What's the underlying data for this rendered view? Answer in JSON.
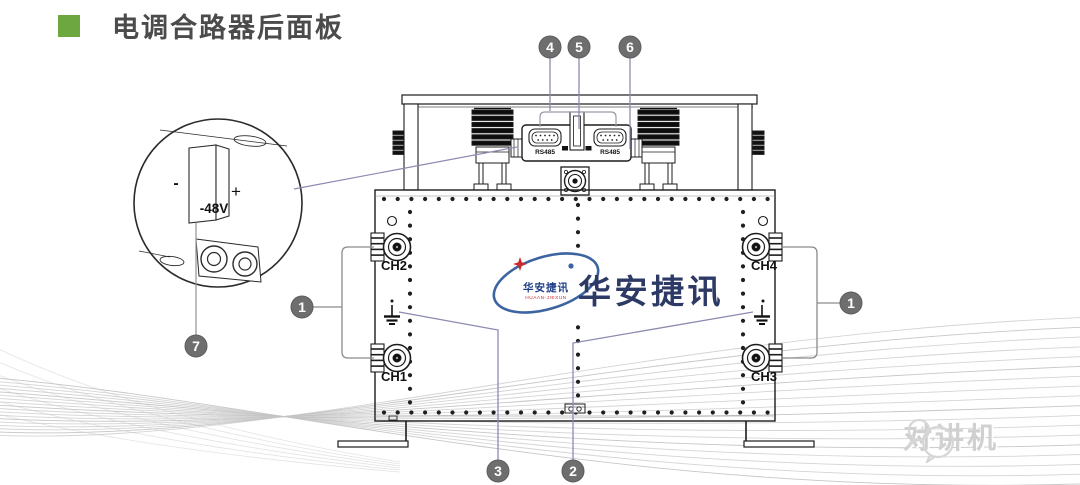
{
  "header": {
    "title": "电调合路器后面板"
  },
  "panel": {
    "channels": [
      {
        "id": "ch2",
        "label": "CH2"
      },
      {
        "id": "ch1",
        "label": "CH1"
      },
      {
        "id": "ch4",
        "label": "CH4"
      },
      {
        "id": "ch3",
        "label": "CH3"
      }
    ],
    "ports": {
      "rs485_left": "RS485",
      "rs485_right": "RS485"
    },
    "power": {
      "label": "-48V",
      "minus": "-",
      "plus": "+"
    }
  },
  "callouts": {
    "n1": "1",
    "n2": "2",
    "n3": "3",
    "n4": "4",
    "n5": "5",
    "n6": "6",
    "n7": "7"
  },
  "logo": {
    "brand": "华安捷讯",
    "emblem_text": "华安捷讯",
    "emblem_sub": "HUAAN-JIEXUN",
    "brand_color": "#2e3a66",
    "ellipse_color": "#3c64a0",
    "star_color": "#cc2a2a"
  },
  "watermark": {
    "text": "对讲机"
  },
  "colors": {
    "accent_green": "#6CA83F",
    "callout_gray": "#6e6e6e",
    "leader_purple": "#8b8bb0",
    "leader_gray": "#8a8a8a",
    "watermark_gray": "#d0d0d0"
  }
}
